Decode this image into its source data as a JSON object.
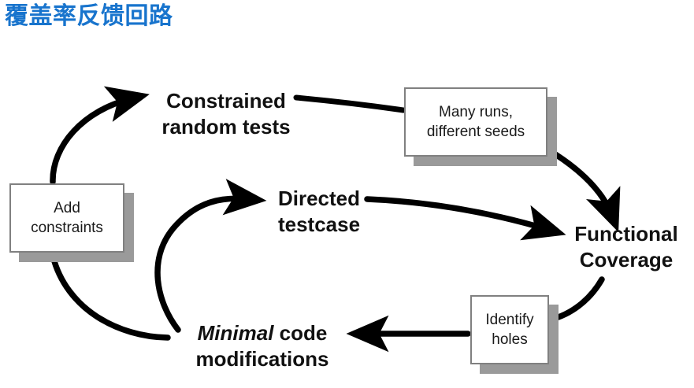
{
  "page": {
    "title": "覆盖率反馈回路",
    "title_color": "#1874cd",
    "background": "#ffffff"
  },
  "diagram": {
    "type": "flow-loop",
    "description": "Coverage feedback loop",
    "stroke_color": "#000000",
    "box_border_color": "#808080",
    "box_shadow_color": "#9a9a9a",
    "boxes": [
      {
        "id": "add-constraints",
        "line1": "Add",
        "line2": "constraints"
      },
      {
        "id": "many-runs",
        "line1": "Many runs,",
        "line2": "different seeds"
      },
      {
        "id": "identify-holes",
        "line1": "Identify",
        "line2": "holes"
      }
    ],
    "labels": [
      {
        "id": "constrained-random-tests",
        "line1": "Constrained",
        "line2": "random tests"
      },
      {
        "id": "directed-testcase",
        "line1": "Directed",
        "line2": "testcase"
      },
      {
        "id": "functional-coverage",
        "line1": "Functional",
        "line2": "Coverage"
      },
      {
        "id": "minimal-code-modifications",
        "line1_italic": "Minimal",
        "line1_rest": " code",
        "line2": "modifications"
      }
    ],
    "connectors": [
      {
        "id": "add-constraints-to-constrained-random-tests",
        "from": "add-constraints",
        "to": "constrained-random-tests",
        "arrowhead": "end",
        "shape": "curve"
      },
      {
        "id": "constrained-random-tests-to-many-runs",
        "from": "constrained-random-tests",
        "to": "many-runs",
        "arrowhead": "none",
        "shape": "line"
      },
      {
        "id": "many-runs-to-functional-coverage",
        "from": "many-runs",
        "to": "functional-coverage",
        "arrowhead": "end",
        "shape": "curve"
      },
      {
        "id": "functional-coverage-to-identify-holes",
        "from": "functional-coverage",
        "to": "identify-holes",
        "arrowhead": "none",
        "shape": "curve"
      },
      {
        "id": "identify-holes-to-minimal-code-modifications",
        "from": "identify-holes",
        "to": "minimal-code-modifications",
        "arrowhead": "end",
        "shape": "line"
      },
      {
        "id": "minimal-code-modifications-to-add-constraints",
        "from": "minimal-code-modifications",
        "to": "add-constraints",
        "arrowhead": "none",
        "shape": "curve"
      },
      {
        "id": "minimal-code-modifications-to-directed-testcase",
        "from": "minimal-code-modifications",
        "to": "directed-testcase",
        "arrowhead": "end",
        "shape": "curve"
      },
      {
        "id": "directed-testcase-to-functional-coverage",
        "from": "directed-testcase",
        "to": "functional-coverage",
        "arrowhead": "end",
        "shape": "curve"
      }
    ]
  }
}
